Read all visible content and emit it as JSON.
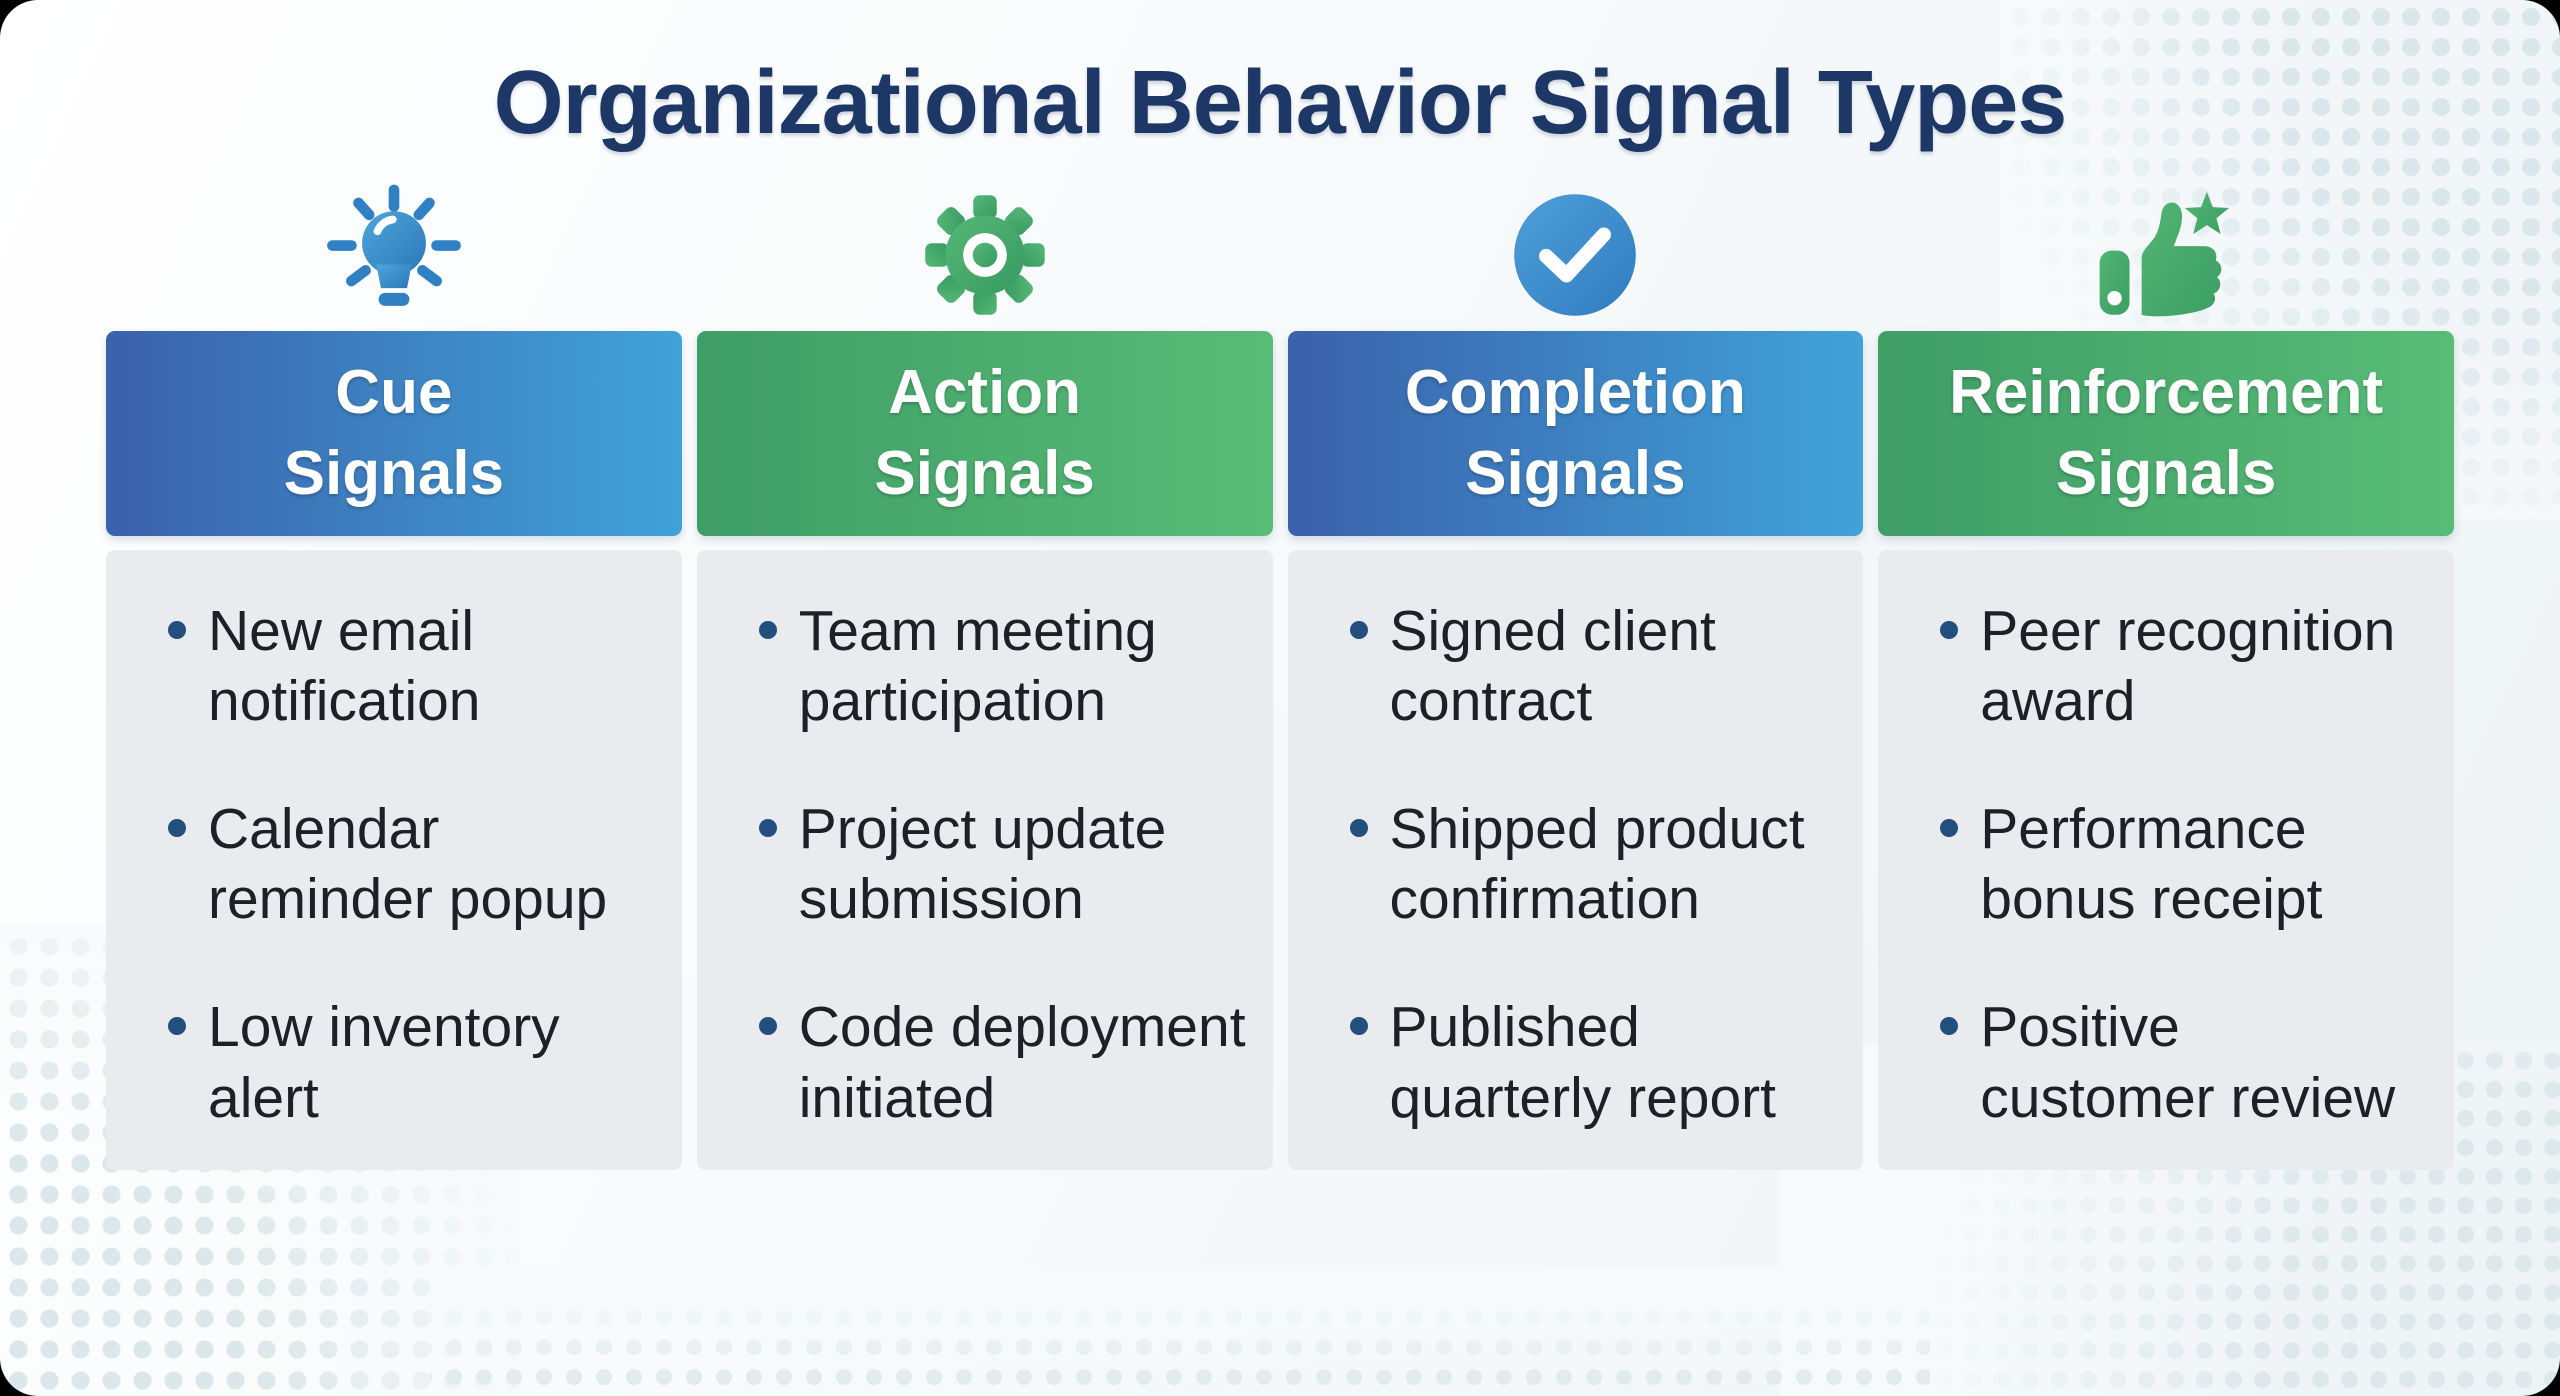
{
  "title": "Organizational Behavior Signal Types",
  "colors": {
    "title_text": "#1d3767",
    "blue_gradient_start": "#3b61ab",
    "blue_gradient_end": "#40a2d8",
    "green_gradient_start": "#3f9d66",
    "green_gradient_end": "#58bc77",
    "header_text": "#ffffff",
    "panel_background": "#e9ebef",
    "body_text": "#1d2024",
    "bullet_dot": "#234f7f",
    "icon_blue": "#2f81c3",
    "icon_green": "#46ae6e",
    "halftone_dot": "#d9e6ea"
  },
  "columns": [
    {
      "icon": "lightbulb-icon",
      "theme": "blue",
      "header": "Cue\nSignals",
      "items": [
        "New email\nnotification",
        "Calendar\nreminder popup",
        "Low inventory\nalert"
      ]
    },
    {
      "icon": "gear-icon",
      "theme": "green",
      "header": "Action\nSignals",
      "items": [
        "Team meeting\nparticipation",
        "Project update\nsubmission",
        "Code deployment\ninitiated"
      ]
    },
    {
      "icon": "checkmark-circle-icon",
      "theme": "blue",
      "header": "Completion\nSignals",
      "items": [
        "Signed client\ncontract",
        "Shipped product\nconfirmation",
        "Published\nquarterly report"
      ]
    },
    {
      "icon": "thumbs-up-star-icon",
      "theme": "green",
      "header": "Reinforcement\nSignals",
      "items": [
        "Peer recognition\naward",
        "Performance\nbonus receipt",
        "Positive\ncustomer review"
      ]
    }
  ]
}
